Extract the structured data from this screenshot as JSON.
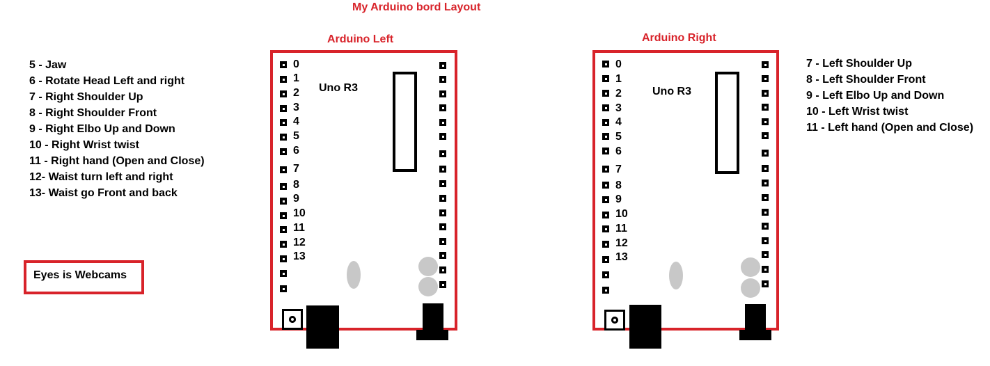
{
  "title": "My Arduino bord Layout",
  "left_board": {
    "title": "Arduino Left",
    "model": "Uno R3",
    "pin_labels": [
      "0",
      "1",
      "2",
      "3",
      "4",
      "5",
      "6",
      "7",
      "8",
      "9",
      "10",
      "11",
      "12",
      "13"
    ]
  },
  "right_board": {
    "title": "Arduino Right",
    "model": "Uno R3",
    "pin_labels": [
      "0",
      "1",
      "2",
      "3",
      "4",
      "5",
      "6",
      "7",
      "8",
      "9",
      "10",
      "11",
      "12",
      "13"
    ]
  },
  "left_assignments": [
    "5 - Jaw",
    "6 - Rotate Head Left and right",
    "7 - Right Shoulder Up",
    "8 - Right Shoulder Front",
    "9 - Right Elbo Up and Down",
    "10 - Right Wrist twist",
    "11 - Right hand (Open and Close)",
    "12- Waist turn left and right",
    "13- Waist go Front and back"
  ],
  "right_assignments": [
    "7 - Left Shoulder Up",
    "8 - Left Shoulder Front",
    "9 - Left Elbo Up and Down",
    "10 - Left Wrist twist",
    "11 - Left hand (Open and Close)"
  ],
  "note": "Eyes is Webcams",
  "colors": {
    "accent": "#d8232a",
    "component": "#c8c8c8",
    "ink": "#000000"
  }
}
